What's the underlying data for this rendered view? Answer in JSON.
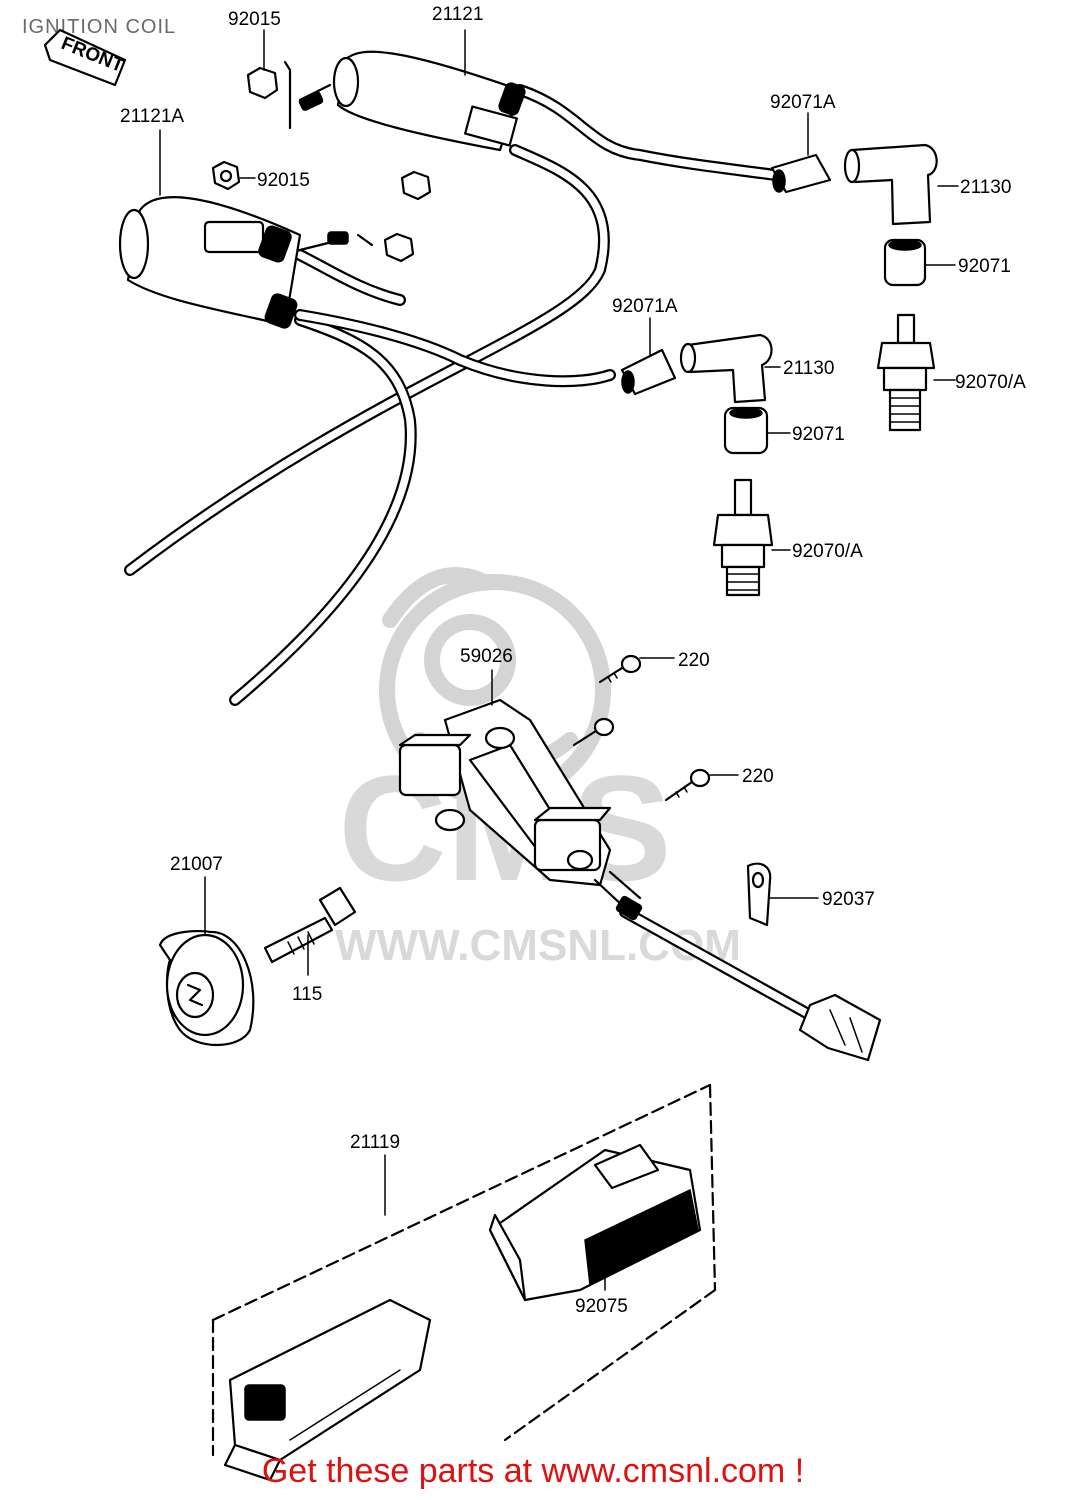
{
  "title": "IGNITION COIL",
  "footer": "Get these parts at www.cmsnl.com !",
  "watermark": {
    "text": "WWW.CMSNL.COM",
    "logo": "CMS",
    "color": "#d4d4d4"
  },
  "front_marker": "FRONT",
  "part_labels": {
    "p21121": "21121",
    "p21121A": "21121A",
    "p92015_top": "92015",
    "p92015_mid": "92015",
    "p92071A_top": "92071A",
    "p92071A_mid": "92071A",
    "p21130_top": "21130",
    "p21130_mid": "21130",
    "p92071_top": "92071",
    "p92071_mid": "92071",
    "p92070A_top": "92070/A",
    "p92070A_mid": "92070/A",
    "p59026": "59026",
    "p220_top": "220",
    "p220_mid": "220",
    "p92037": "92037",
    "p21007": "21007",
    "p115": "115",
    "p21119": "21119",
    "p92075": "92075"
  },
  "colors": {
    "footer": "#e01010",
    "title": "#6a6a6a",
    "line": "#000000"
  }
}
